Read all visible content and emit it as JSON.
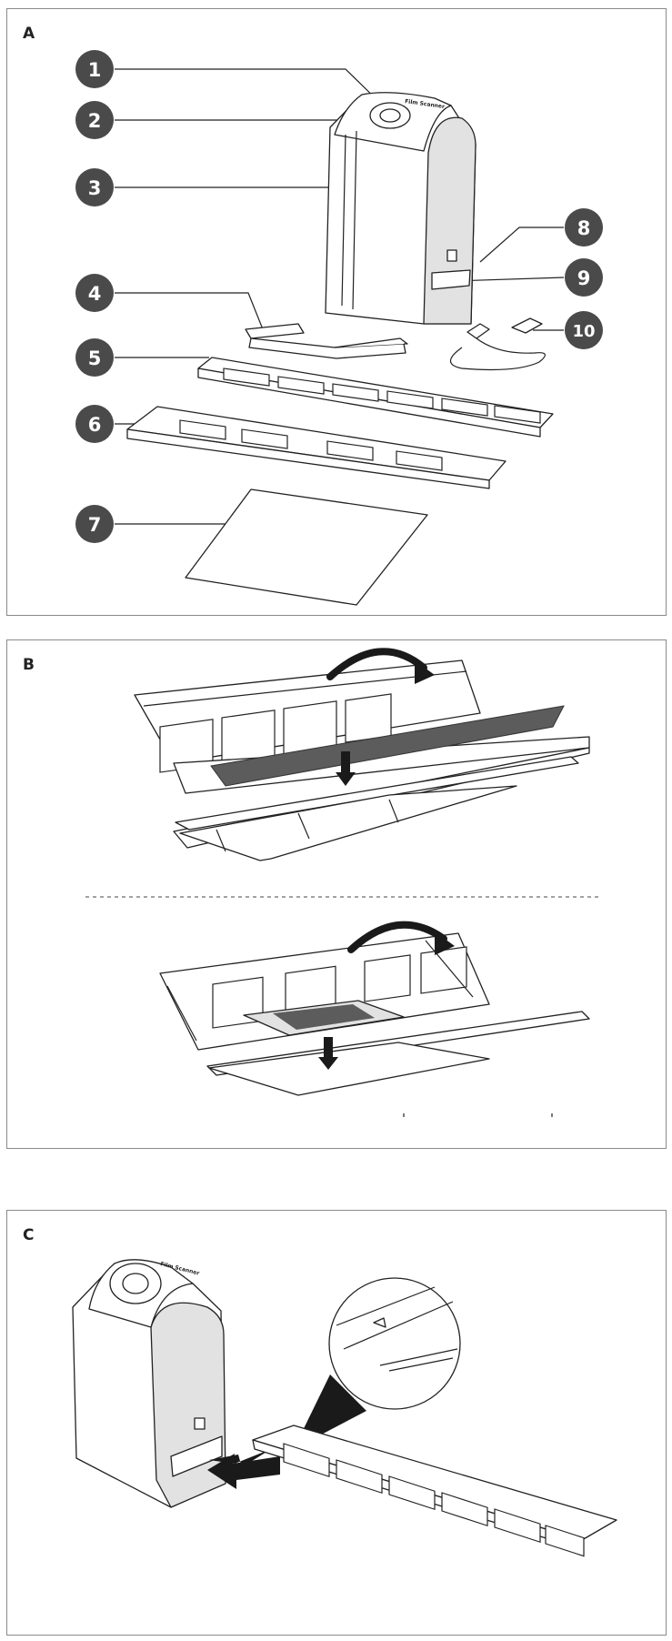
{
  "panels": {
    "a": {
      "label": "A"
    },
    "b": {
      "label": "B"
    },
    "c": {
      "label": "C"
    }
  },
  "callouts": [
    "1",
    "2",
    "3",
    "4",
    "5",
    "6",
    "7",
    "8",
    "9",
    "10"
  ],
  "device": {
    "brand": "Film Scanner"
  },
  "colors": {
    "badge": "#4a4a4a",
    "film": "#5c5c5c",
    "line": "#222222"
  }
}
